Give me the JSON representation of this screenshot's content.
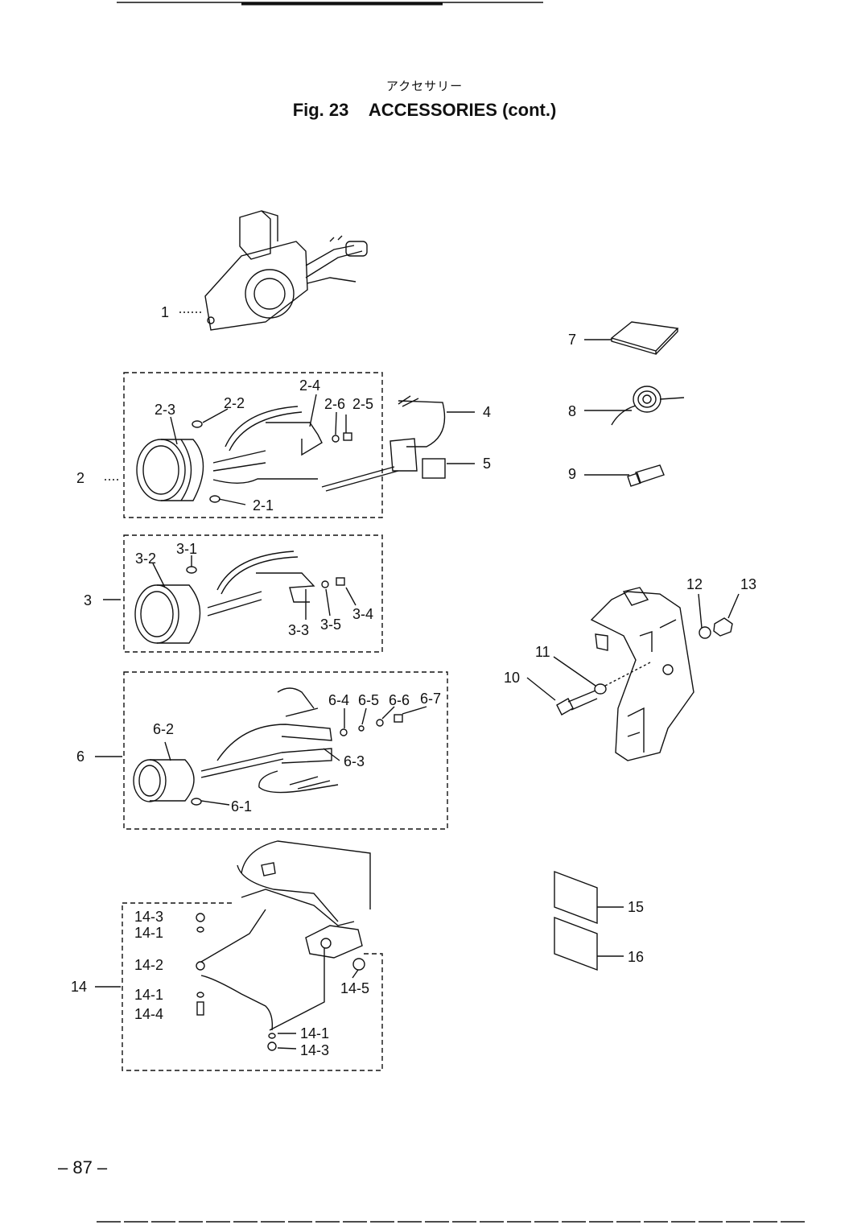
{
  "header": {
    "subtitle_jp": "アクセサリー",
    "fig_label": "Fig. 23",
    "title": "ACCESSORIES (cont.)"
  },
  "callouts": {
    "c1": "1",
    "c2": "2",
    "c2_1": "2-1",
    "c2_2": "2-2",
    "c2_3": "2-3",
    "c2_4": "2-4",
    "c2_5": "2-5",
    "c2_6": "2-6",
    "c3": "3",
    "c3_1": "3-1",
    "c3_2": "3-2",
    "c3_3": "3-3",
    "c3_4": "3-4",
    "c3_5": "3-5",
    "c4": "4",
    "c5": "5",
    "c6": "6",
    "c6_1": "6-1",
    "c6_2": "6-2",
    "c6_3": "6-3",
    "c6_4": "6-4",
    "c6_5": "6-5",
    "c6_6": "6-6",
    "c6_7": "6-7",
    "c7": "7",
    "c8": "8",
    "c9": "9",
    "c10": "10",
    "c11": "11",
    "c12": "12",
    "c13": "13",
    "c14": "14",
    "c14_1a": "14-1",
    "c14_1b": "14-1",
    "c14_1c": "14-1",
    "c14_2": "14-2",
    "c14_3a": "14-3",
    "c14_3b": "14-3",
    "c14_4": "14-4",
    "c14_5": "14-5",
    "c15": "15",
    "c16": "16"
  },
  "footer": {
    "page": "– 87 –"
  }
}
